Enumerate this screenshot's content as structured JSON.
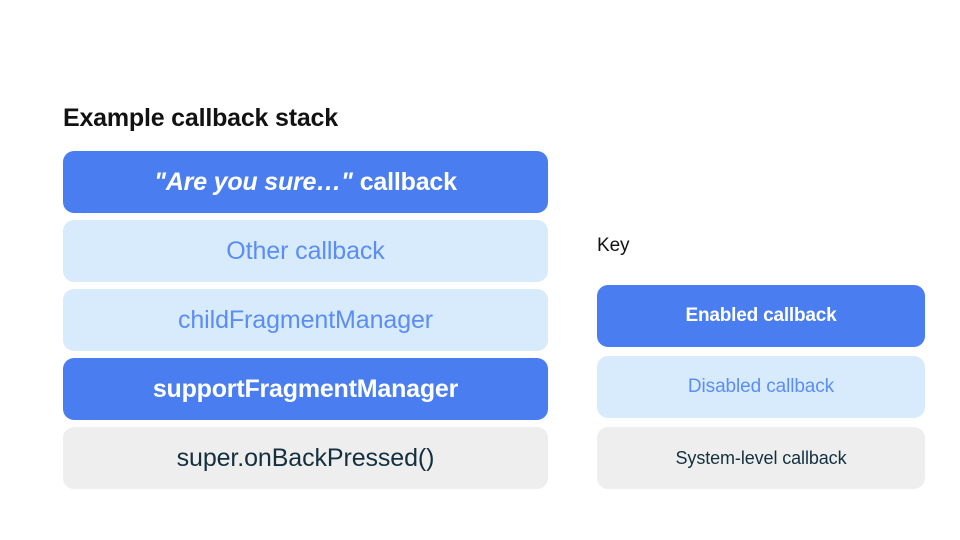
{
  "stack": {
    "title": "Example callback stack",
    "items": [
      {
        "label_quoted": "\"Are you sure…\"",
        "label_rest": "callback",
        "style": "enabled"
      },
      {
        "label": "Other callback",
        "style": "disabled"
      },
      {
        "label": "childFragmentManager",
        "style": "disabled"
      },
      {
        "label": "supportFragmentManager",
        "style": "enabled"
      },
      {
        "label": "super.onBackPressed()",
        "style": "system"
      }
    ]
  },
  "key": {
    "title": "Key",
    "items": [
      {
        "label": "Enabled callback",
        "style": "enabled"
      },
      {
        "label": "Disabled callback",
        "style": "disabled"
      },
      {
        "label": "System-level callback",
        "style": "system"
      }
    ]
  },
  "colors": {
    "background": "#ffffff",
    "enabled_fill": "#4a7ef0",
    "enabled_text": "#ffffff",
    "disabled_fill": "#d7ebfd",
    "disabled_text": "#5b8df5",
    "system_fill": "#eeeeee",
    "system_text": "#14303f",
    "heading_text": "#121212"
  }
}
